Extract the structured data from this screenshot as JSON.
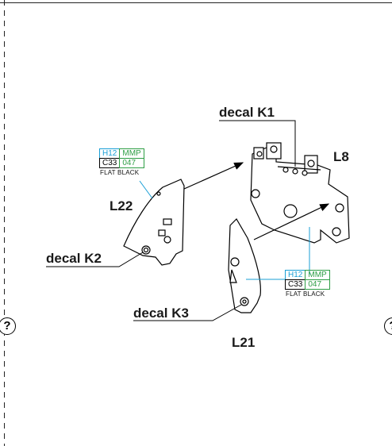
{
  "help_marks": [
    "?",
    "?"
  ],
  "labels": {
    "decal_k1": "decal K1",
    "decal_k2": "decal K2",
    "decal_k3": "decal K3",
    "part_l8": "L8",
    "part_l21": "L21",
    "part_l22": "L22"
  },
  "color_callouts": [
    {
      "codes": [
        "H12",
        "MMP",
        "C33",
        "047"
      ],
      "note": "FLAT BLACK"
    },
    {
      "codes": [
        "H12",
        "MMP",
        "C33",
        "047"
      ],
      "note": "FLAT BLACK"
    }
  ],
  "colors": {
    "hobby_color": "#1a9fd6",
    "mr_color": "#000000",
    "mmp_color": "#2e9e45",
    "leader_line": "#1a9fd6"
  }
}
